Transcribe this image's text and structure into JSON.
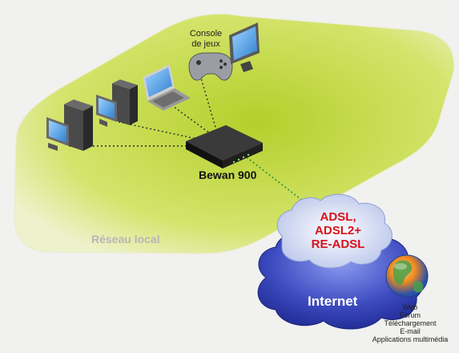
{
  "console_label": [
    "Console",
    "de jeux"
  ],
  "router_label": "Bewan 900",
  "lan_label": "Réseau local",
  "adsl_label": [
    "ADSL,",
    "ADSL2+",
    "RE-ADSL"
  ],
  "internet_label": "Internet",
  "services": [
    "Web",
    "Forum",
    "Téléchargement",
    "E-mail",
    "Applications multimédia"
  ],
  "colors": {
    "lan_zone": "#c8dc4a",
    "adsl_text": "#d8121b",
    "cloud_light": "#dce4f6",
    "cloud_dark": "#2a36a6",
    "router": "#1a1a1a"
  }
}
